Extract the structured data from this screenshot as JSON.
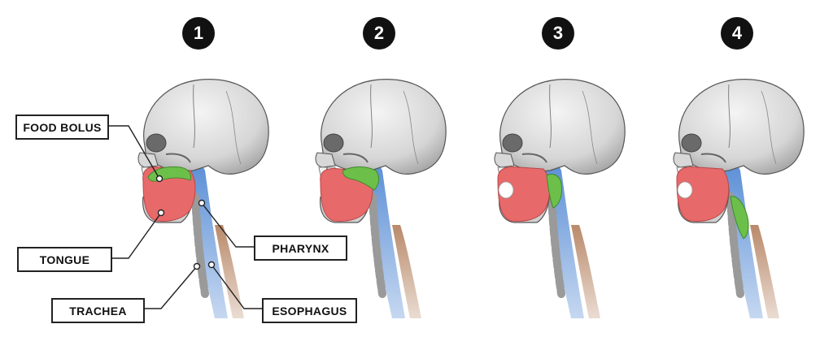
{
  "steps": [
    "1",
    "2",
    "3",
    "4"
  ],
  "labels": {
    "food_bolus": "FOOD BOLUS",
    "tongue": "TONGUE",
    "pharynx": "PHARYNX",
    "trachea": "TRACHEA",
    "esophagus": "ESOPHAGUS"
  },
  "colors": {
    "tongue": "#e8696a",
    "bolus": "#6cc04a",
    "airway": "#5b8fd6",
    "esophagus": "#b98a6a",
    "skull": "#e6e6e6",
    "badge": "#111111"
  }
}
